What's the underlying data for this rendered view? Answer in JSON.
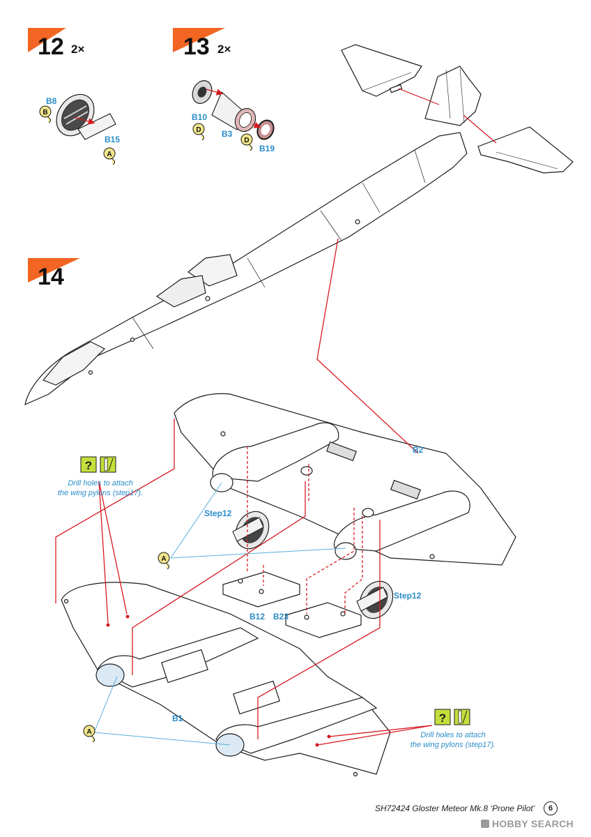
{
  "steps": [
    {
      "number": "12",
      "multiplier": "2×"
    },
    {
      "number": "13",
      "multiplier": "2×"
    },
    {
      "number": "14",
      "multiplier": ""
    }
  ],
  "parts": {
    "b8": "B8",
    "b15": "B15",
    "b10": "B10",
    "b3": "B3",
    "b19": "B19",
    "b2": "B2",
    "b12": "B12",
    "b23": "B23",
    "b1": "B1",
    "step12_left": "Step12",
    "step12_right": "Step12"
  },
  "sprue_letters": {
    "b8": "B",
    "b15": "A",
    "b10": "D",
    "b19": "D",
    "left_a": "A",
    "bottom_a": "A"
  },
  "notes": {
    "drill_left_line1": "Drill holes to attach",
    "drill_left_line2": "the wing pylons (step17).",
    "drill_right_line1": "Drill holes to attach",
    "drill_right_line2": "the wing pylons (step17)."
  },
  "footer": {
    "title": "SH72424  Gloster Meteor Mk.8 ‘Prone Pilot’",
    "page": "6",
    "watermark": "HOBBY SEARCH"
  },
  "colors": {
    "step_tab": "#f26522",
    "label_blue": "#2a8cc8",
    "arrow_red": "#d71920",
    "guide_blue": "#5aaee0",
    "check_green": "#c6de3c",
    "sprue_tag": "#f0e58a",
    "outline": "#1a1a1a"
  },
  "icons": [
    "question-check-icon",
    "drill-hole-icon"
  ]
}
